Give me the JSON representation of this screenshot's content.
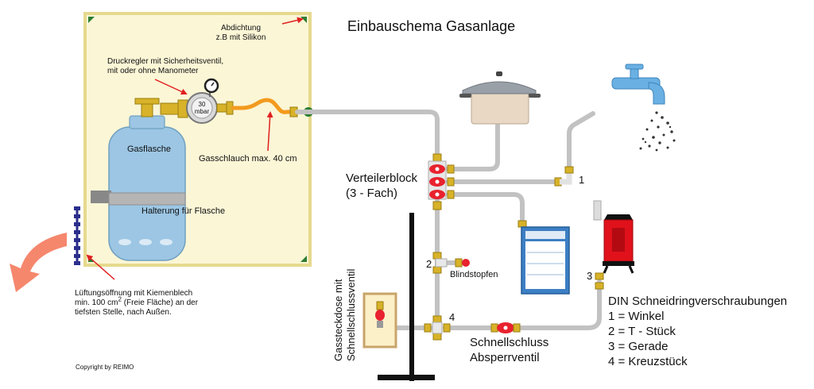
{
  "title": "Einbauschema Gasanlage",
  "copyright": "Copyright by REIMO",
  "labels": {
    "abdichtung_1": "Abdichtung",
    "abdichtung_2": "z.B mit Silikon",
    "regler_1": "Druckregler mit Sicherheitsventil,",
    "regler_2": "mit oder ohne Manometer",
    "regler_value": "30",
    "regler_unit": "mbar",
    "gasflasche": "Gasflasche",
    "gasschlauch": "Gasschlauch max. 40 cm",
    "halterung": "Halterung für Flasche",
    "lueftung_1": "Lüftungsöffnung mit Kiemenblech",
    "lueftung_2a": "min. 100 cm",
    "lueftung_2sup": "2",
    "lueftung_2b": " (Freie Fläche) an der",
    "lueftung_3": "tiefsten Stelle, nach Außen.",
    "verteiler_1": "Verteilerblock",
    "verteiler_2": "(3 - Fach)",
    "blindstopfen": "Blindstopfen",
    "steckdose_1": "Gassteckdose mit",
    "steckdose_2": "Schnellschlussventil",
    "schnellschluss_1": "Schnellschluss",
    "schnellschluss_2": "Absperrventil",
    "num_1": "1",
    "num_2": "2",
    "num_3": "3",
    "num_4": "4"
  },
  "legend": {
    "title": "DIN Schneidringverschraubungen",
    "items": [
      "1 = Winkel",
      "2 = T - Stück",
      "3 = Gerade",
      "4 = Kreuzstück"
    ]
  },
  "colors": {
    "cabinet_fill": "#fbf6d6",
    "cabinet_border": "#e6d98e",
    "corner": "#2e7d32",
    "pipe": "#c2c2c2",
    "cylinder": "#9cc6e4",
    "hose": "#f39a1e",
    "brass": "#d8b228",
    "valve": "#e8222e",
    "arrow_red": "#e0201f",
    "big_arrow": "#f5876d",
    "vent": "#2b2f8c",
    "fridge": "#3d7fc4",
    "stove": "#e0111a",
    "pot": "#e8d8c4",
    "tap": "#6ab0e3",
    "socket_frame": "#c9a46a",
    "socket_fill": "#fbf0c8",
    "bar": "#111111"
  }
}
